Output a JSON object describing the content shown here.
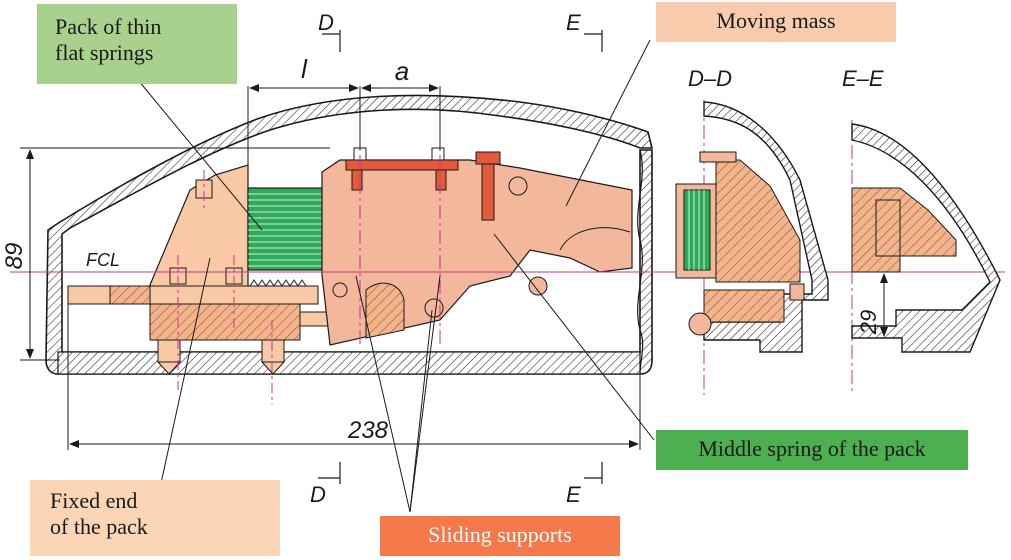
{
  "callouts": {
    "springs": "Pack of thin flat springs",
    "springs_line1": "Pack of thin",
    "springs_line2": "flat springs",
    "moving_mass": "Moving mass",
    "middle_spring": "Middle spring of the pack",
    "fixed_end_line1": "Fixed end",
    "fixed_end_line2": "of the pack",
    "sliding": "Sliding supports"
  },
  "dimensions": {
    "l": "l",
    "a": "a",
    "height": "89",
    "length": "238",
    "offset": "29"
  },
  "labels": {
    "fcl": "FCL",
    "section_d": "D",
    "section_e": "E",
    "view_dd": "D–D",
    "view_ee": "E–E"
  },
  "colors": {
    "green_box": "#a9d18e",
    "salmon_box": "#f8cbad",
    "peach_box": "#fbd5b5",
    "bright_green_box": "#4caf50",
    "orange_box": "#f4784a",
    "spring_pack": "#2eaa5a",
    "support_red": "#e25a3a",
    "centerline": "#d0308a"
  }
}
